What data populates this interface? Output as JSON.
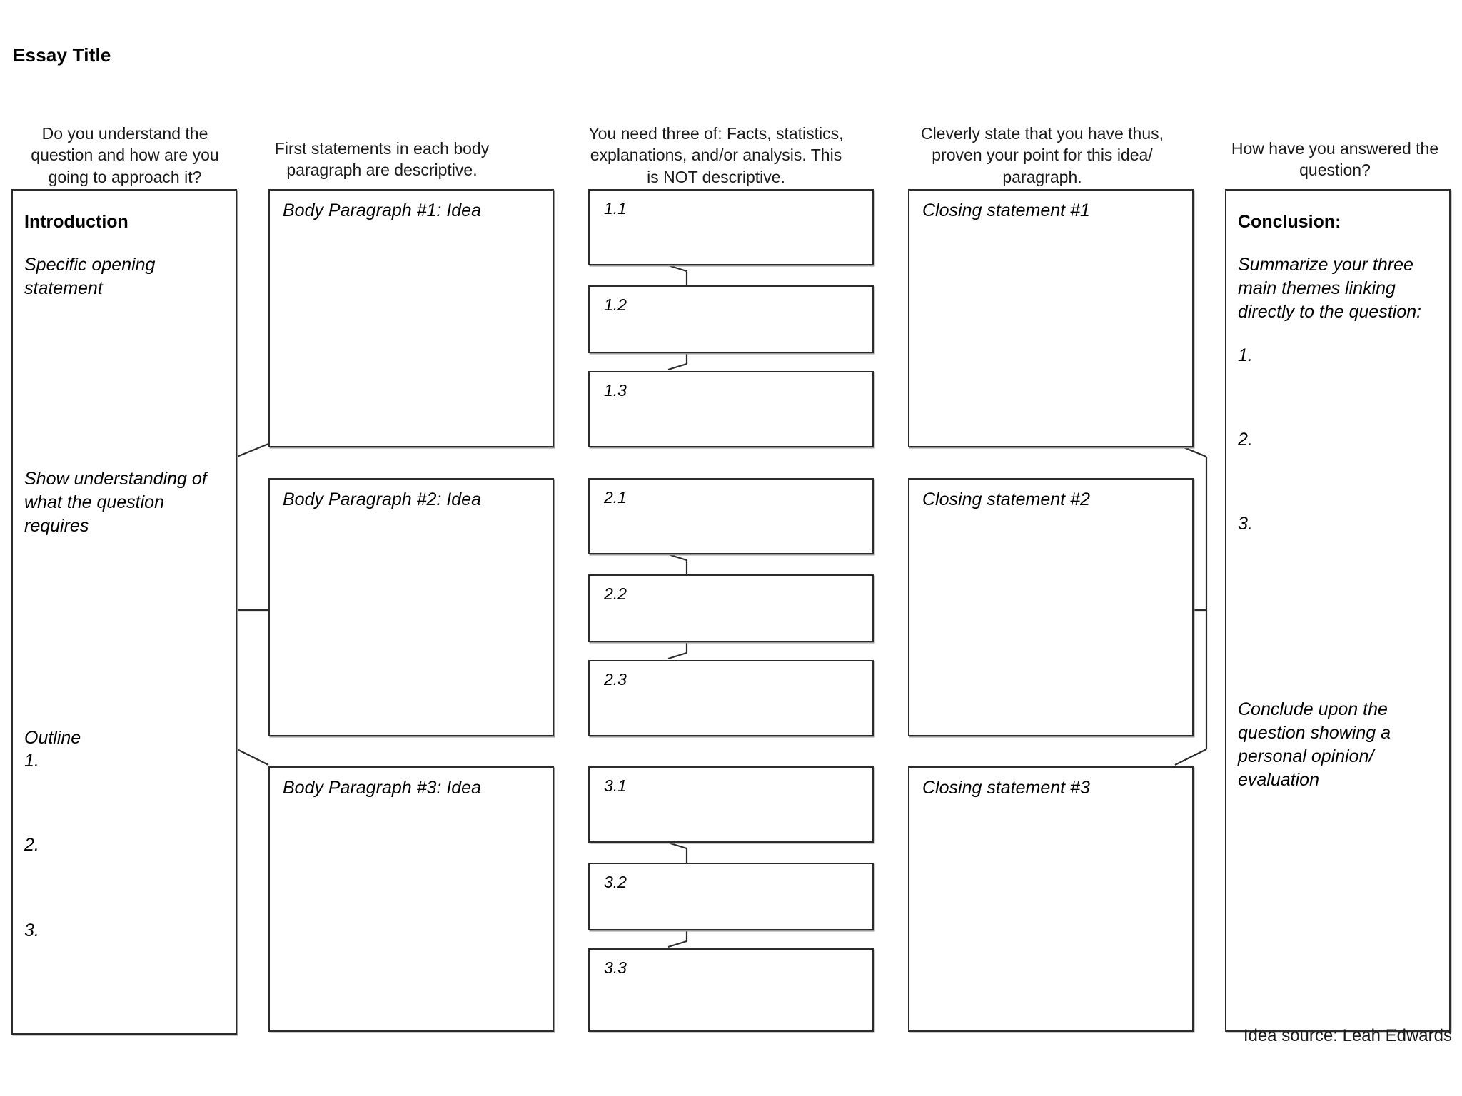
{
  "document": {
    "title": "Essay Title",
    "credit": "Idea source: Leah Edwards"
  },
  "columns": [
    {
      "key": "introduction",
      "header": "Do you understand the question and how are you going to approach it?"
    },
    {
      "key": "body_topic_sentences",
      "header": "First statements in each body paragraph are descriptive."
    },
    {
      "key": "evidence",
      "header": "You need three of: Facts, statistics, explanations, and/or analysis. This is NOT descriptive."
    },
    {
      "key": "closing_statements",
      "header": "Cleverly state that you have thus, proven your point for this idea/ paragraph."
    },
    {
      "key": "conclusion",
      "header": "How have you answered the question?"
    }
  ],
  "introduction": {
    "heading": "Introduction",
    "opening": "Specific opening statement",
    "understanding": "Show understanding of what the question requires",
    "outline_heading": "Outline",
    "outline_items": [
      "1.",
      "2.",
      "3."
    ]
  },
  "body_paragraphs": [
    {
      "label": "Body Paragraph #1: Idea"
    },
    {
      "label": "Body Paragraph #2: Idea"
    },
    {
      "label": "Body Paragraph #3: Idea"
    }
  ],
  "evidence": [
    {
      "items": [
        "1.1",
        "1.2",
        "1.3"
      ]
    },
    {
      "items": [
        "2.1",
        "2.2",
        "2.3"
      ]
    },
    {
      "items": [
        "3.1",
        "3.2",
        "3.3"
      ]
    }
  ],
  "closing_statements": [
    {
      "label": "Closing statement #1"
    },
    {
      "label": "Closing statement #2"
    },
    {
      "label": "Closing statement #3"
    }
  ],
  "conclusion": {
    "heading": "Conclusion:",
    "summary": "Summarize your three main themes linking directly to the question:",
    "items": [
      "1.",
      "2.",
      "3."
    ],
    "final": "Conclude upon the question showing a personal opinion/ evaluation"
  }
}
